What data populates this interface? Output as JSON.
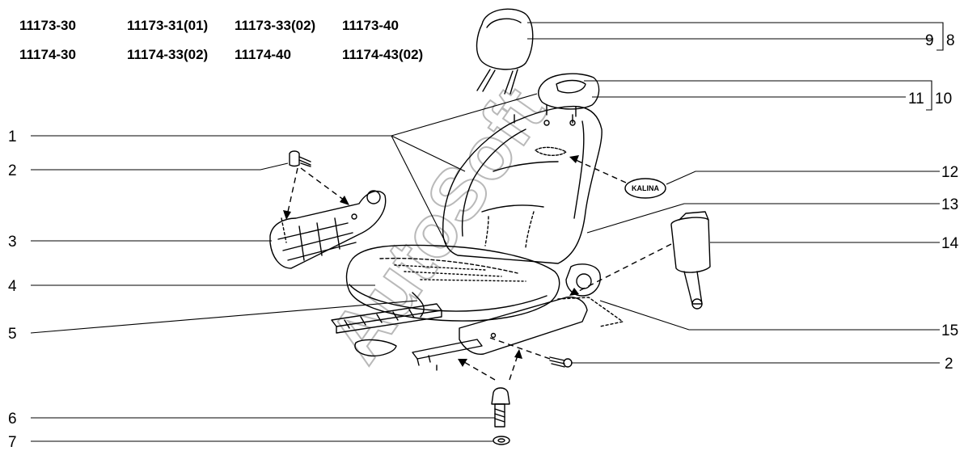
{
  "codes": [
    [
      "11173-30",
      "11173-31(01)",
      "11173-33(02)",
      "11173-40"
    ],
    [
      "11174-30",
      "11174-33(02)",
      "11174-40",
      "11174-43(02)"
    ]
  ],
  "callouts_left": [
    "1",
    "2",
    "3",
    "4",
    "5",
    "6",
    "7"
  ],
  "callouts_right": [
    "9",
    "8",
    "11",
    "10",
    "12",
    "13",
    "14",
    "15",
    "2"
  ],
  "watermark": "AutoSoft",
  "badge_text": "KALINA"
}
